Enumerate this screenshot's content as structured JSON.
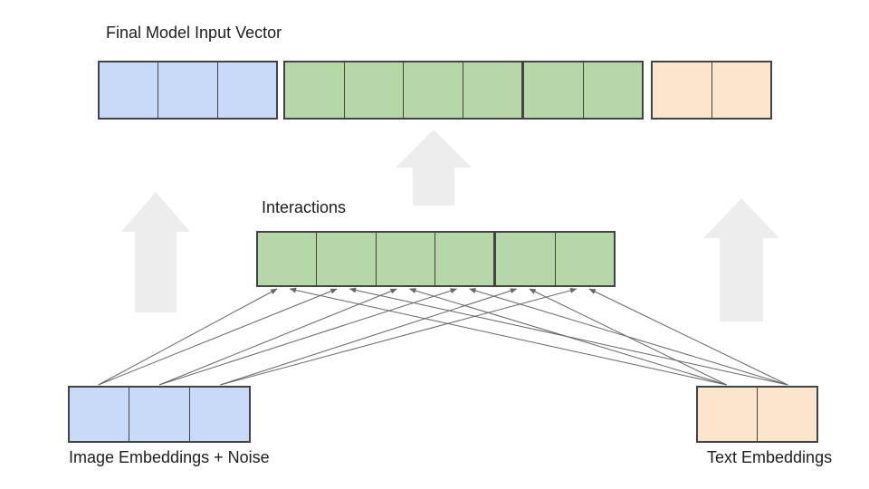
{
  "diagram": {
    "final_vector": {
      "label": "Final Model Input Vector",
      "segments": [
        {
          "name": "image-segment",
          "cells": 3,
          "fill": "#c9daf8"
        },
        {
          "name": "interactions-segment",
          "cells": 6,
          "fill": "#b6d7a8",
          "thick_divider_after": 4
        },
        {
          "name": "text-segment",
          "cells": 2,
          "fill": "#fce5cd"
        }
      ]
    },
    "interactions": {
      "label": "Interactions",
      "cells": 6,
      "fill": "#b6d7a8",
      "thick_divider_after": 4
    },
    "image_embeddings": {
      "label": "Image Embeddings + Noise",
      "cells": 3,
      "fill": "#c9daf8"
    },
    "text_embeddings": {
      "label": "Text Embeddings",
      "cells": 2,
      "fill": "#fce5cd"
    },
    "connections": [
      {
        "source": {
          "block": "image_embeddings",
          "cell": 1
        },
        "target": {
          "block": "interactions",
          "cell": 1
        }
      },
      {
        "source": {
          "block": "image_embeddings",
          "cell": 1
        },
        "target": {
          "block": "interactions",
          "cell": 2
        }
      },
      {
        "source": {
          "block": "image_embeddings",
          "cell": 2
        },
        "target": {
          "block": "interactions",
          "cell": 3
        }
      },
      {
        "source": {
          "block": "image_embeddings",
          "cell": 2
        },
        "target": {
          "block": "interactions",
          "cell": 4
        }
      },
      {
        "source": {
          "block": "image_embeddings",
          "cell": 3
        },
        "target": {
          "block": "interactions",
          "cell": 5
        }
      },
      {
        "source": {
          "block": "image_embeddings",
          "cell": 3
        },
        "target": {
          "block": "interactions",
          "cell": 6
        }
      },
      {
        "source": {
          "block": "text_embeddings",
          "cell": 1
        },
        "target": {
          "block": "interactions",
          "cell": 1
        }
      },
      {
        "source": {
          "block": "text_embeddings",
          "cell": 2
        },
        "target": {
          "block": "interactions",
          "cell": 2
        }
      },
      {
        "source": {
          "block": "text_embeddings",
          "cell": 1
        },
        "target": {
          "block": "interactions",
          "cell": 3
        }
      },
      {
        "source": {
          "block": "text_embeddings",
          "cell": 2
        },
        "target": {
          "block": "interactions",
          "cell": 4
        }
      },
      {
        "source": {
          "block": "text_embeddings",
          "cell": 1
        },
        "target": {
          "block": "interactions",
          "cell": 5
        }
      },
      {
        "source": {
          "block": "text_embeddings",
          "cell": 2
        },
        "target": {
          "block": "interactions",
          "cell": 6
        }
      }
    ],
    "flow_arrows": [
      {
        "name": "image-embeddings-to-final-arrow"
      },
      {
        "name": "interactions-to-final-arrow"
      },
      {
        "name": "text-embeddings-to-final-arrow"
      }
    ],
    "colors": {
      "image_fill": "#c9daf8",
      "interactions_fill": "#b6d7a8",
      "text_fill": "#fce5cd",
      "cell_border": "#434343",
      "connector_line": "#666666",
      "flow_arrow_fill": "#ededed",
      "label_text": "#1d1d1d",
      "background": "#ffffff"
    }
  }
}
